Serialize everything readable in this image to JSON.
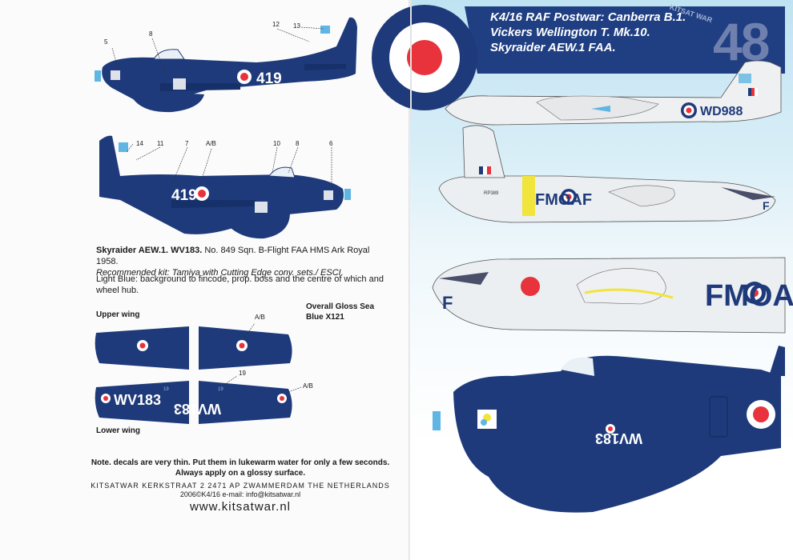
{
  "header": {
    "line1": "K4/16 RAF Postwar: Canberra B.1.",
    "line2": "Vickers Wellington T. Mk.10.",
    "line3": "Skyraider AEW.1 FAA.",
    "scale": "48",
    "logo_text": "KITSAT WAR"
  },
  "aircraft_codes": {
    "side_upper": "419",
    "side_lower": "419",
    "canberra": "WD988",
    "wellington_serial": "RP389",
    "wellington_code": "FMOAF",
    "wellington_code_large": "FMOA",
    "wellington_letter": "F",
    "wing_upper_serial": "WV183",
    "wing_lower_serial": "WV183",
    "skyraider_large_serial": "WV183"
  },
  "callouts": {
    "c5": "5",
    "c8a": "8",
    "c12": "12",
    "c13": "13",
    "c14": "14",
    "c11": "11",
    "c7": "7",
    "cAB1": "A/B",
    "c10": "10",
    "c8b": "8",
    "c6": "6",
    "cAB2": "A/B",
    "c19a": "19",
    "c19b": "19",
    "cAB3": "A/B"
  },
  "caption": {
    "bold": "Skyraider AEW.1. WV183.",
    "rest": " No. 849 Sqn. B-Flight FAA HMS Ark Royal 1958.",
    "kit": "Recommended kit: Tamiya with Cutting Edge conv. sets./ ESCI."
  },
  "note": "Light Blue: background to fincode, prop. boss and the centre of which and wheel hub.",
  "labels": {
    "upper_wing": "Upper wing",
    "lower_wing": "Lower wing",
    "overall_line1": "Overall Gloss Sea",
    "overall_line2": "Blue X121"
  },
  "footer": {
    "warn1": "Note. decals are very thin. Put them in lukewarm water for only a few seconds.",
    "warn2": "Always apply on a glossy surface.",
    "address": "KITSATWAR  KERKSTRAAT 2 2471 AP ZWAMMERDAM THE NETHERLANDS",
    "copyright": "2006©K4/16 e-mail: info@kitsatwar.nl",
    "website": "www.kitsatwar.nl"
  },
  "colors": {
    "sea_blue": "#1e3a7a",
    "raf_red": "#e8323c",
    "raf_blue": "#1f3a7a",
    "header_blue": "#1f3f82",
    "light_blue": "#5fb6e3",
    "yellow": "#f1e43a"
  }
}
